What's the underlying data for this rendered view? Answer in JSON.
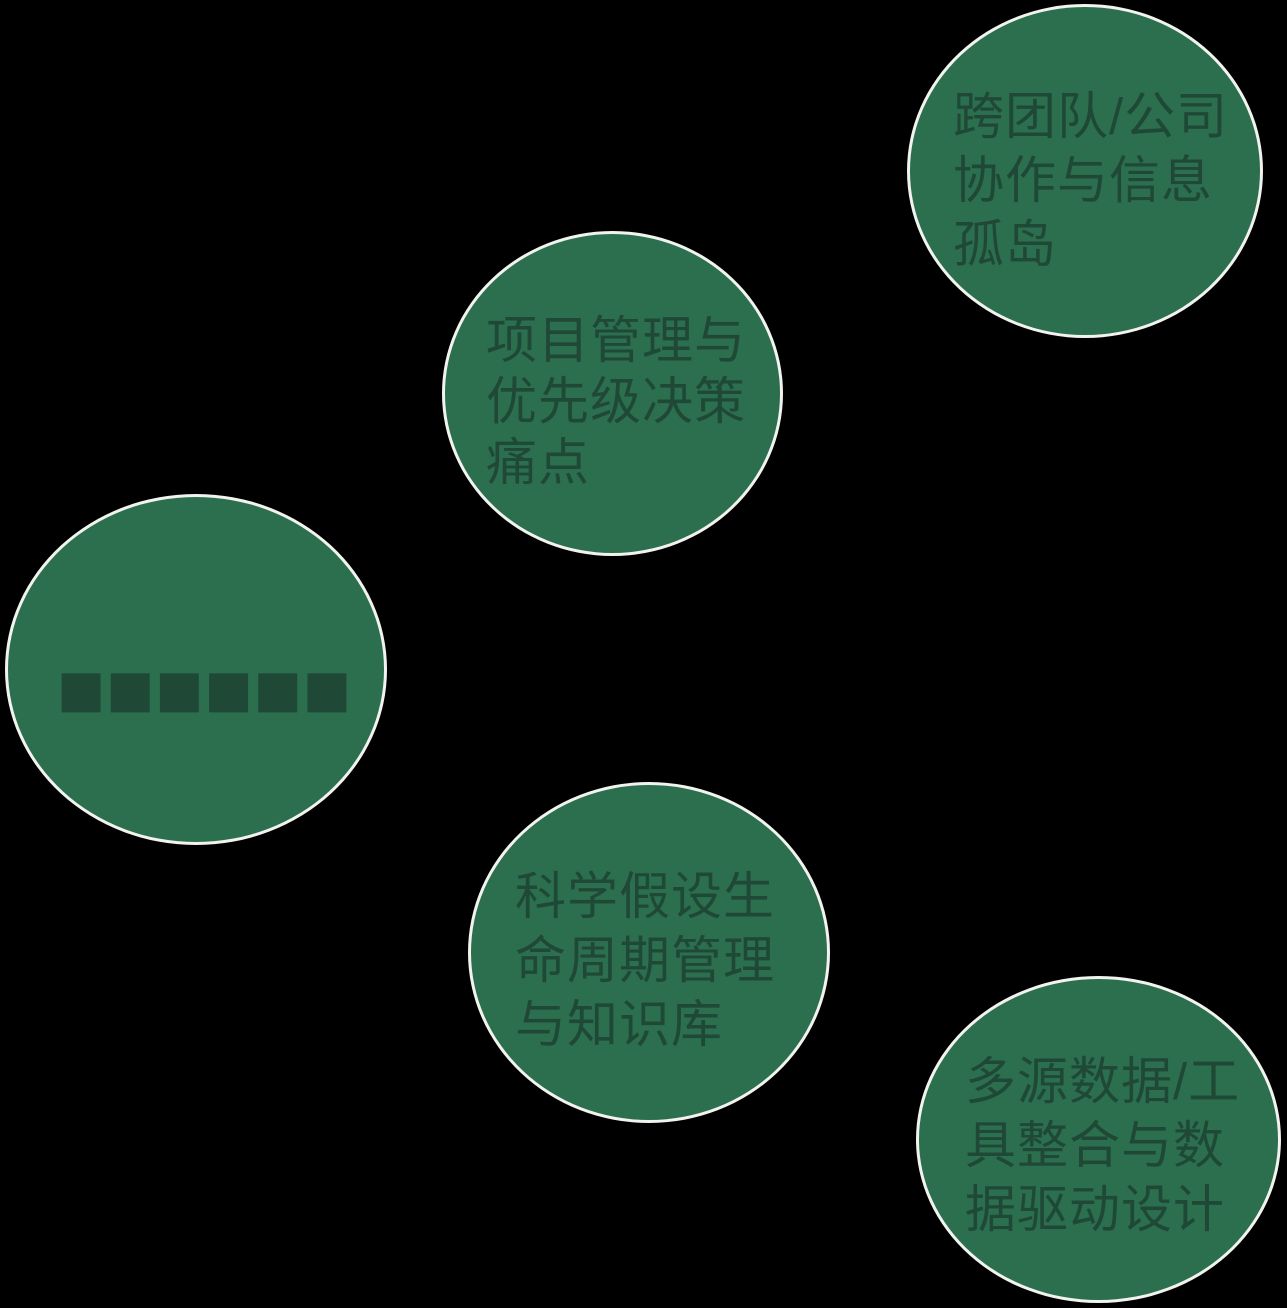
{
  "style": {
    "background": "#000000",
    "bubble_fill": "#2b6f4e",
    "bubble_border": "#f2f2ef",
    "bubble_text_color": "#1f4936",
    "dots_color": "#0a100b"
  },
  "bubbles": [
    {
      "name": "cross-team-collaboration",
      "text": "跨团队/公司\n协作与信息\n孤岛"
    },
    {
      "name": "project-management-pain",
      "text": "项目管理与\n优先级决策\n痛点"
    },
    {
      "name": "more-items-ellipsis",
      "text": "■■■■■■"
    },
    {
      "name": "hypothesis-lifecycle",
      "text": "科学假设生\n命周期管理\n与知识库"
    },
    {
      "name": "data-integration",
      "text": "多源数据/工\n具整合与数\n据驱动设计"
    }
  ]
}
